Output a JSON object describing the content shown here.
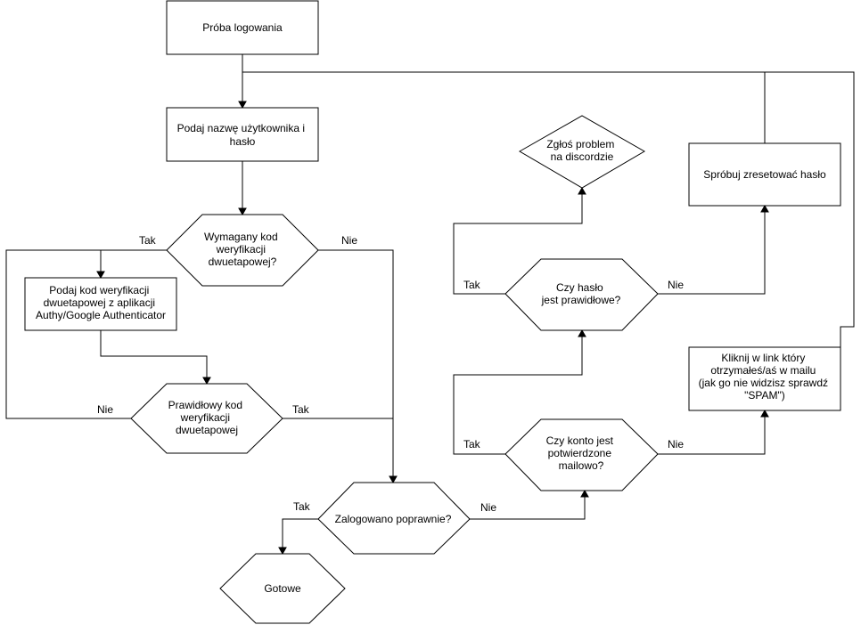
{
  "nodes": {
    "start": [
      "Próba logowania"
    ],
    "credentials": [
      "Podaj nazwę użytkownika i",
      "hasło"
    ],
    "twofa_required": [
      "Wymagany kod",
      "weryfikacji",
      "dwuetapowej?"
    ],
    "enter_code": [
      "Podaj kod weryfikacji",
      "dwuetapowej z aplikacji",
      "Authy/Google Authenticator"
    ],
    "code_valid": [
      "Prawidłowy kod",
      "weryfikacji",
      "dwuetapowej"
    ],
    "logged_in": [
      "Zalogowano poprawnie?"
    ],
    "done": [
      "Gotowe"
    ],
    "email_confirmed": [
      "Czy konto jest",
      "potwierdzone",
      "mailowo?"
    ],
    "password_correct": [
      "Czy hasło",
      "jest prawidłowe?"
    ],
    "report_discord": [
      "Zgłoś problem",
      "na discordzie"
    ],
    "reset_password": [
      "Spróbuj zresetować hasło"
    ],
    "click_link": [
      "Kliknij w link który",
      "otrzymałeś/aś w mailu",
      "(jak go nie widzisz sprawdź",
      "\"SPAM\")"
    ]
  },
  "edge_labels": {
    "twofa_yes": "Tak",
    "twofa_no": "Nie",
    "code_no": "Nie",
    "code_yes": "Tak",
    "logged_yes": "Tak",
    "logged_no": "Nie",
    "email_yes": "Tak",
    "email_no": "Nie",
    "password_yes": "Tak",
    "password_no": "Nie"
  }
}
